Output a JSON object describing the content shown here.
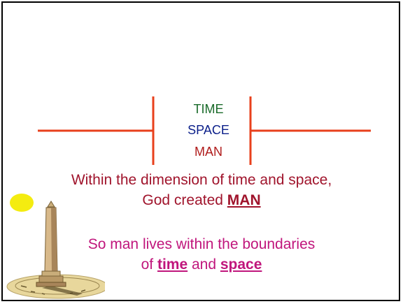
{
  "diagram": {
    "words": [
      "TIME",
      "SPACE",
      "MAN"
    ],
    "colors": {
      "time": "#1a6b2a",
      "space": "#0b1f8a",
      "man": "#b01c1c",
      "lines": "#e8401c"
    }
  },
  "text": {
    "line1": "Within the dimension of time and space,",
    "line2_prefix": "God created ",
    "line2_emphasis": "MAN",
    "line3": "So man lives within the boundaries",
    "line4_prefix": "of ",
    "line4_word1": "time",
    "line4_mid": " and ",
    "line4_word2": "space"
  },
  "icons": {
    "sun": "sun-icon",
    "sundial": "sundial-icon"
  }
}
